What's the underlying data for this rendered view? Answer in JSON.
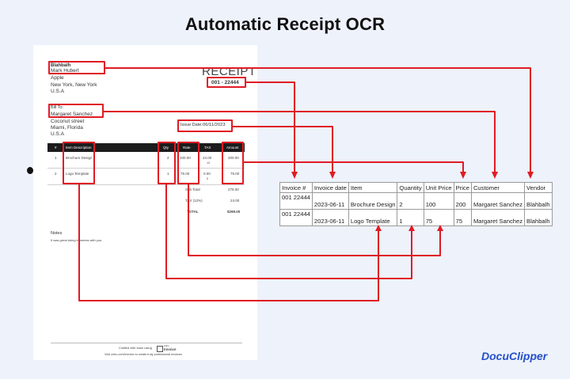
{
  "title": "Automatic Receipt OCR",
  "receipt": {
    "from_label": "Blahbalh",
    "from_name": "Mark Hubert",
    "from_line1": "Apple",
    "from_line2": "New York, New York",
    "from_line3": "U.S.A",
    "heading": "RECEIPT",
    "number": "001 - 22444",
    "bill_to_label": "Bill To:",
    "bill_to_name": "Margaret Sanchez",
    "bill_to_line1": "Coconut street",
    "bill_to_line2": "Miami, Florida",
    "bill_to_line3": "U.S.A",
    "issue_date_label": "Issue Date:",
    "issue_date": "06/11/2023",
    "table_headers": [
      "#",
      "Item Description",
      "Qty",
      "Rate",
      "TAX",
      "Amount"
    ],
    "rows": [
      {
        "num": "1",
        "item": "Brochure Design",
        "qty": "2",
        "rate": "100.00",
        "tax": "24.00",
        "tax_sub": "12",
        "amount": "200.00"
      },
      {
        "num": "2",
        "item": "Logo Template",
        "qty": "1",
        "rate": "75.00",
        "tax": "0.00",
        "tax_sub": "0",
        "amount": "75.00"
      }
    ],
    "subtotal_label": "Sub Total",
    "subtotal": "275.00",
    "tax_label": "TAX (12%)",
    "tax_total": "24.00",
    "total_label": "TOTAL",
    "total": "$299.00",
    "notes_label": "Notes",
    "notes_text": "It was great doing business with you.",
    "footer_line1": "Crafted with ease using",
    "footer_brand_top": "Zoho",
    "footer_brand": "Invoice",
    "footer_line2": "Visit zoho.com/invoice to create truly professional invoices"
  },
  "output_table": {
    "headers": [
      "Invoice #",
      "Invoice date",
      "Item",
      "Quantity",
      "Unit Price",
      "Price",
      "Customer",
      "Vendor"
    ],
    "rows": [
      {
        "invoice": "001 22444",
        "date": "2023-06-11",
        "item": "Brochure Design",
        "quantity": "2",
        "unit_price": "100",
        "price": "200",
        "customer": "Margaret Sanchez",
        "vendor": "Blahbalh"
      },
      {
        "invoice": "001 22444",
        "date": "2023-06-11",
        "item": "Logo Template",
        "quantity": "1",
        "unit_price": "75",
        "price": "75",
        "customer": "Margaret Sanchez",
        "vendor": "Blahbalh"
      }
    ]
  },
  "brand": "DocuClipper",
  "colors": {
    "highlight": "#e01b24",
    "brand": "#2550c9",
    "background": "#eef2fb"
  }
}
